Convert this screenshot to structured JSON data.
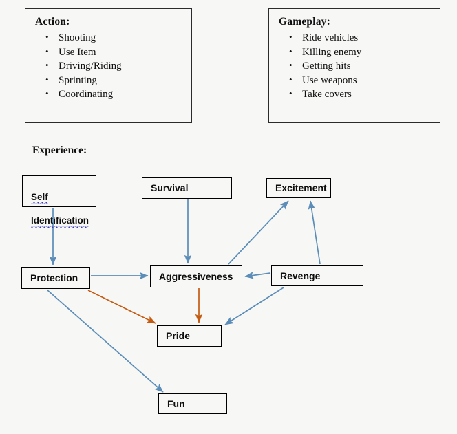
{
  "panels": [
    {
      "id": "action",
      "title": "Action:",
      "items": [
        "Shooting",
        "Use Item",
        "Driving/Riding",
        "Sprinting",
        "Coordinating"
      ]
    },
    {
      "id": "gameplay",
      "title": "Gameplay:",
      "items": [
        "Ride vehicles",
        "Killing enemy",
        "Getting hits",
        "Use weapons",
        "Take covers"
      ]
    }
  ],
  "experience": {
    "heading": "Experience:",
    "nodes": {
      "self": {
        "line1": "Self",
        "line2": "Identification"
      },
      "survival": "Survival",
      "excitement": "Excitement",
      "protection": "Protection",
      "aggressiveness": "Aggressiveness",
      "revenge": "Revenge",
      "pride": "Pride",
      "fun": "Fun"
    },
    "edges": [
      {
        "from": "self",
        "to": "protection",
        "color": "#5b8db8"
      },
      {
        "from": "survival",
        "to": "aggressiveness",
        "color": "#5b8db8"
      },
      {
        "from": "protection",
        "to": "aggressiveness",
        "color": "#5b8db8"
      },
      {
        "from": "revenge",
        "to": "aggressiveness",
        "color": "#5b8db8"
      },
      {
        "from": "aggressiveness",
        "to": "excitement",
        "color": "#5b8db8"
      },
      {
        "from": "revenge",
        "to": "excitement",
        "color": "#5b8db8"
      },
      {
        "from": "revenge",
        "to": "pride",
        "color": "#5b8db8"
      },
      {
        "from": "protection",
        "to": "pride",
        "color": "#c55a11"
      },
      {
        "from": "aggressiveness",
        "to": "pride",
        "color": "#c55a11"
      },
      {
        "from": "protection",
        "to": "fun",
        "color": "#5b8db8"
      }
    ]
  },
  "colors": {
    "background": "#f7f7f5",
    "node_border": "#000000",
    "arrow_blue": "#5b8db8",
    "arrow_orange": "#c55a11",
    "squiggle": "#3b3bbf"
  }
}
